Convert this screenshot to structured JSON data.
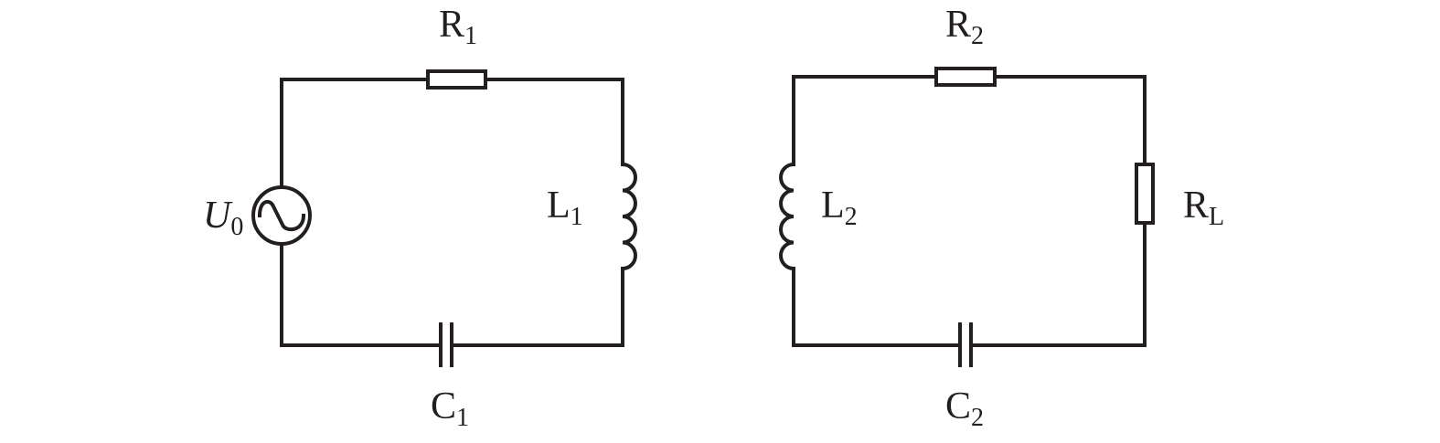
{
  "circuit_primary": {
    "source": {
      "symbol": "U",
      "subscript": "0"
    },
    "resistor": {
      "symbol": "R",
      "subscript": "1"
    },
    "inductor": {
      "symbol": "L",
      "subscript": "1"
    },
    "capacitor": {
      "symbol": "C",
      "subscript": "1"
    }
  },
  "circuit_secondary": {
    "resistor": {
      "symbol": "R",
      "subscript": "2"
    },
    "inductor": {
      "symbol": "L",
      "subscript": "2"
    },
    "capacitor": {
      "symbol": "C",
      "subscript": "2"
    },
    "load": {
      "symbol": "R",
      "subscript": "L"
    }
  },
  "colors": {
    "stroke": "#231f20",
    "background": "#ffffff"
  }
}
